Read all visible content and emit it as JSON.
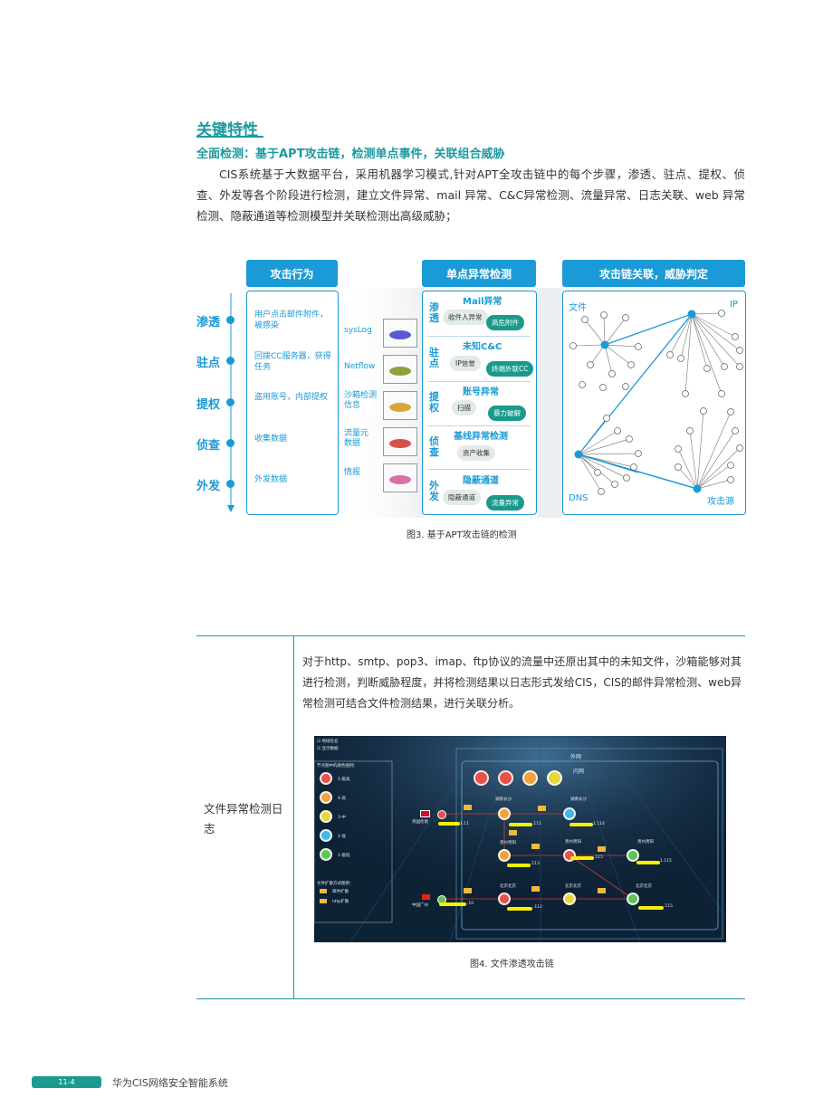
{
  "section": {
    "title": "关键特性",
    "subtitle": "全面检测：基于APT攻击链，检测单点事件，关联组合威胁",
    "intro": "CIS系统基于大数据平台，采用机器学习模式,针对APT全攻击链中的每个步骤，渗透、驻点、提权、侦查、外发等各个阶段进行检测，建立文件异常、mail 异常、C&C异常检测、流量异常、日志关联、web 异常检测、隐蔽通道等检测模型并关联检测出高级威胁；"
  },
  "figure3": {
    "headers": [
      "攻击行为",
      "单点异常检测",
      "攻击链关联，威胁判定"
    ],
    "stages": [
      "渗透",
      "驻点",
      "提权",
      "侦查",
      "外发"
    ],
    "behaviors": [
      "用户点击邮件附件，被感染",
      "回拨CC服务器，获得任务",
      "盗用账号，内部提权",
      "收集数据",
      "外发数据"
    ],
    "sources": [
      "sysLog",
      "Netflow",
      "沙箱检测信息",
      "流量元数据",
      "情报"
    ],
    "detections": [
      {
        "title": "Mail异常",
        "side": "渗透",
        "pills": [
          "收件人异常",
          "高危附件"
        ]
      },
      {
        "title": "未知C&C",
        "side": "驻点",
        "pills": [
          "IP信誉",
          "终端外联CC"
        ]
      },
      {
        "title": "账号异常",
        "side": "提权",
        "pills": [
          "扫描",
          "暴力破解"
        ]
      },
      {
        "title": "基线异常检测",
        "side": "侦查",
        "pills": [
          "资产收集"
        ]
      },
      {
        "title": "隐蔽通道",
        "side": "外发",
        "pills": [
          "隐蔽通道",
          "流量异常"
        ]
      }
    ],
    "graph_labels": {
      "file": "文件",
      "ip": "IP",
      "dns": "DNS",
      "attacker": "攻击源"
    },
    "caption": "图3. 基于APT攻击链的检测",
    "colors": {
      "accent": "#1a9ad6",
      "teal": "#1a9a8a"
    }
  },
  "table": {
    "row_label": "文件异常检测日志",
    "row_text": "对于http、smtp、pop3、imap、ftp协议的流量中还原出其中的未知文件，沙箱能够对其进行检测，判断威胁程度，并将检测结果以日志形式发给CIS，CIS的邮件异常检测、web异常检测可结合文件检测结果，进行关联分析。"
  },
  "figure4": {
    "checks": [
      "地域名名",
      "显示数据"
    ],
    "legend_title": "节点图中的颜色图例：",
    "levels": [
      "5-极高",
      "4-高",
      "3-中",
      "2-低",
      "1-极低"
    ],
    "expand_title": "文件扩散方式图例：",
    "expand_items": [
      "邮件扩散",
      "http扩散"
    ],
    "outer": "外网",
    "inner": "内网",
    "places": {
      "src1": "英国伦敦",
      "src2": "中国广州"
    },
    "ip_suffixes": [
      "1.11",
      ".111",
      "1.114",
      ".113",
      ".115",
      "1.115",
      ".10",
      ".112",
      ".115"
    ],
    "node_labels": [
      "湖南长沙",
      "湖南长沙",
      "贵州贵阳",
      "贵州贵阳",
      "贵州贵阳",
      "北京北京",
      "北京北京",
      "北京北京"
    ],
    "caption": "图4. 文件渗透攻击链",
    "colors": {
      "red": "#e8504a",
      "orange": "#f0a23c",
      "yellow": "#e6d83c",
      "blue": "#46b6e8",
      "green": "#62c25a"
    }
  },
  "footer": {
    "page": "11-4",
    "title": "华为CIS网络安全智能系统"
  }
}
